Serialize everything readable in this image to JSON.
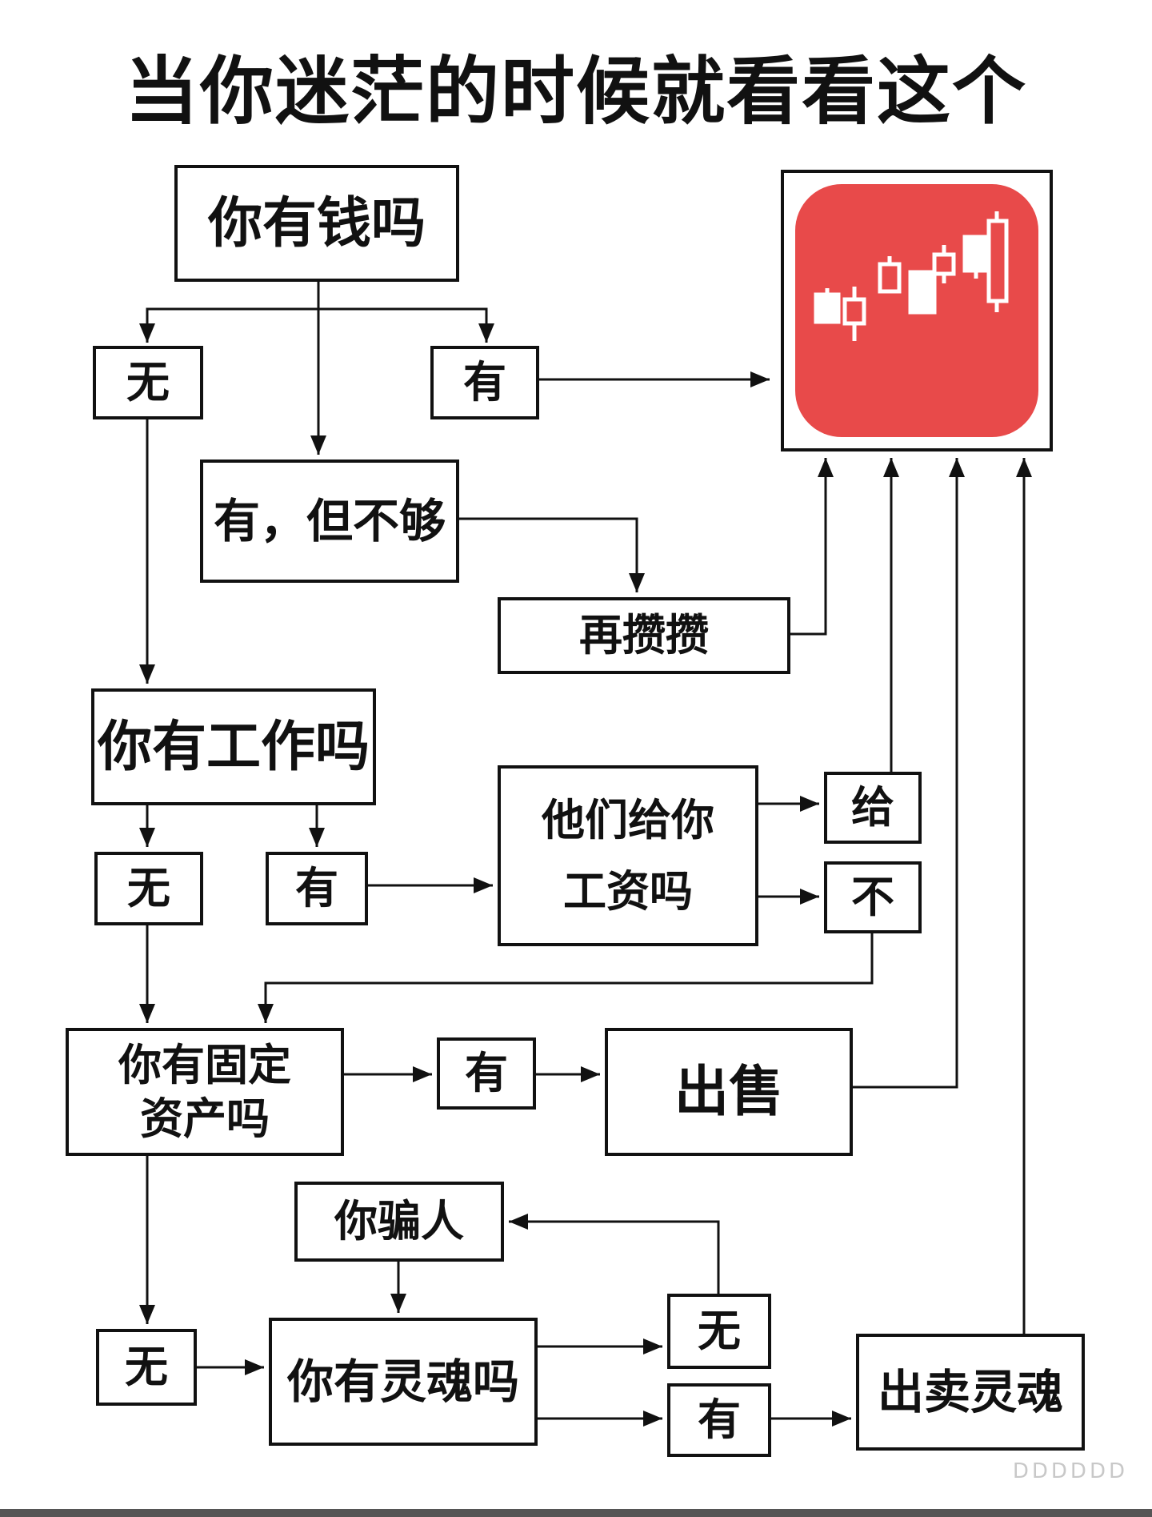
{
  "title": "当你迷茫的时候就看看这个",
  "nodes": {
    "q_money": "你有钱吗",
    "money_no": "无",
    "money_yes": "有",
    "money_some": "有，但不够",
    "save_more": "再攒攒",
    "q_job": "你有工作吗",
    "job_no": "无",
    "job_yes": "有",
    "q_paid_line1": "他们给你",
    "q_paid_line2": "工资吗",
    "paid_yes": "给",
    "paid_no": "不",
    "q_assets_line1": "你有固定",
    "q_assets_line2": "资产吗",
    "assets_yes": "有",
    "sell": "出售",
    "assets_no": "无",
    "scam": "你骗人",
    "q_soul": "你有灵魂吗",
    "soul_no": "无",
    "soul_yes": "有",
    "sell_soul": "出卖灵魂"
  },
  "icon": "stock-chart-app-icon",
  "colors": {
    "app_icon_bg": "#e84a4a",
    "ink": "#111111",
    "candle": "#ffffff"
  },
  "watermark": "DDDDDD"
}
